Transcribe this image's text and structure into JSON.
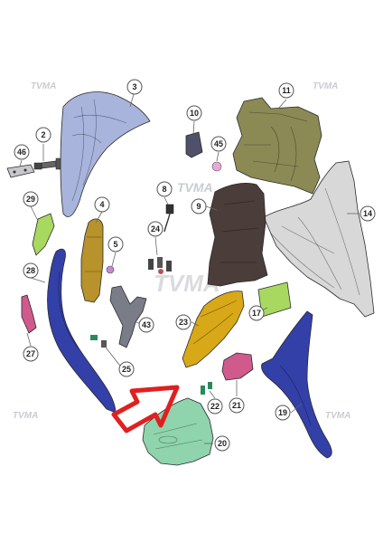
{
  "diagram": {
    "callouts": [
      {
        "id": "c2",
        "label": "2"
      },
      {
        "id": "c3",
        "label": "3"
      },
      {
        "id": "c4",
        "label": "4"
      },
      {
        "id": "c5",
        "label": "5"
      },
      {
        "id": "c8",
        "label": "8"
      },
      {
        "id": "c9",
        "label": "9"
      },
      {
        "id": "c10",
        "label": "10"
      },
      {
        "id": "c11",
        "label": "11"
      },
      {
        "id": "c14",
        "label": "14"
      },
      {
        "id": "c17",
        "label": "17"
      },
      {
        "id": "c19",
        "label": "19"
      },
      {
        "id": "c20",
        "label": "20"
      },
      {
        "id": "c21",
        "label": "21"
      },
      {
        "id": "c22",
        "label": "22"
      },
      {
        "id": "c23",
        "label": "23"
      },
      {
        "id": "c24",
        "label": "24"
      },
      {
        "id": "c25",
        "label": "25"
      },
      {
        "id": "c27",
        "label": "27"
      },
      {
        "id": "c28",
        "label": "28"
      },
      {
        "id": "c29",
        "label": "29"
      },
      {
        "id": "c43",
        "label": "43"
      },
      {
        "id": "c45",
        "label": "45"
      },
      {
        "id": "c46",
        "label": "46"
      }
    ],
    "watermark": "TVMA",
    "colors": {
      "front_cover": "#a8b4dc",
      "side_panels": "#3340a8",
      "leg_shield": "#d8d8d8",
      "center_olive": "#8b8a55",
      "inner_dark": "#4a3d3a",
      "headlight": "#d8a818",
      "turn_signal": "#b8922a",
      "lower_green": "#8fd4ac",
      "small_green": "#a8d860",
      "small_pink": "#d05a8c",
      "arrow": "#e02020"
    }
  }
}
